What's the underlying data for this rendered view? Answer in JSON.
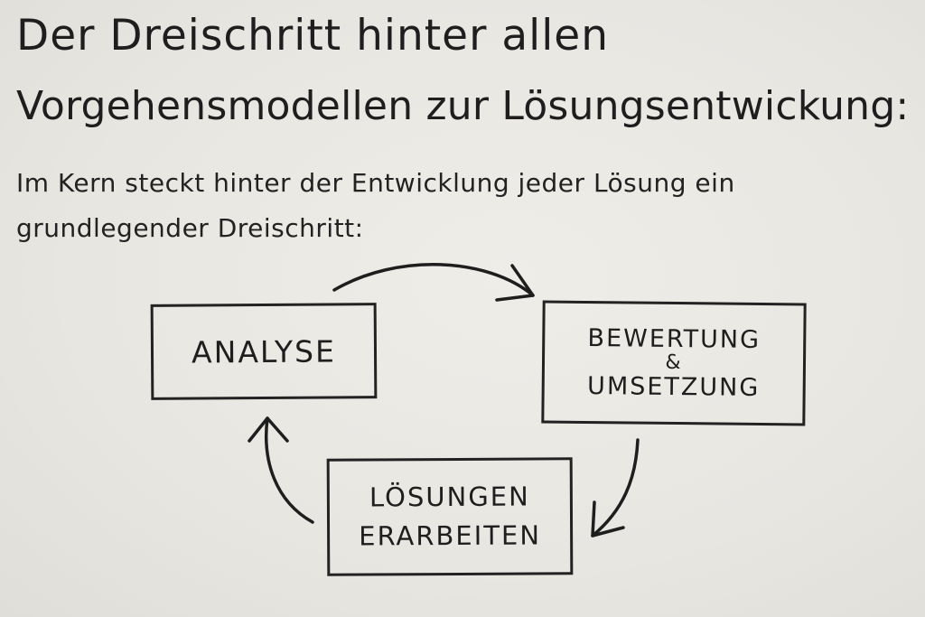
{
  "title": {
    "line1": "Der Dreischritt hinter allen",
    "line2": "Vorgehensmodellen zur Lösungsentwickung:"
  },
  "intro": {
    "line1": "Im Kern steckt hinter der Entwicklung jeder Lösung ein",
    "line2": "grundlegender Dreischritt:"
  },
  "steps": [
    {
      "label": "ANALYSE"
    },
    {
      "label_top": "BEWERTUNG",
      "amp": "&",
      "label_bottom": "UMSETZUNG"
    },
    {
      "label_top": "LÖSUNGEN",
      "label_bottom": "ERARBEITEN"
    }
  ],
  "colors": {
    "ink": "#1e1e1e",
    "paper": "#ebe9e4"
  }
}
